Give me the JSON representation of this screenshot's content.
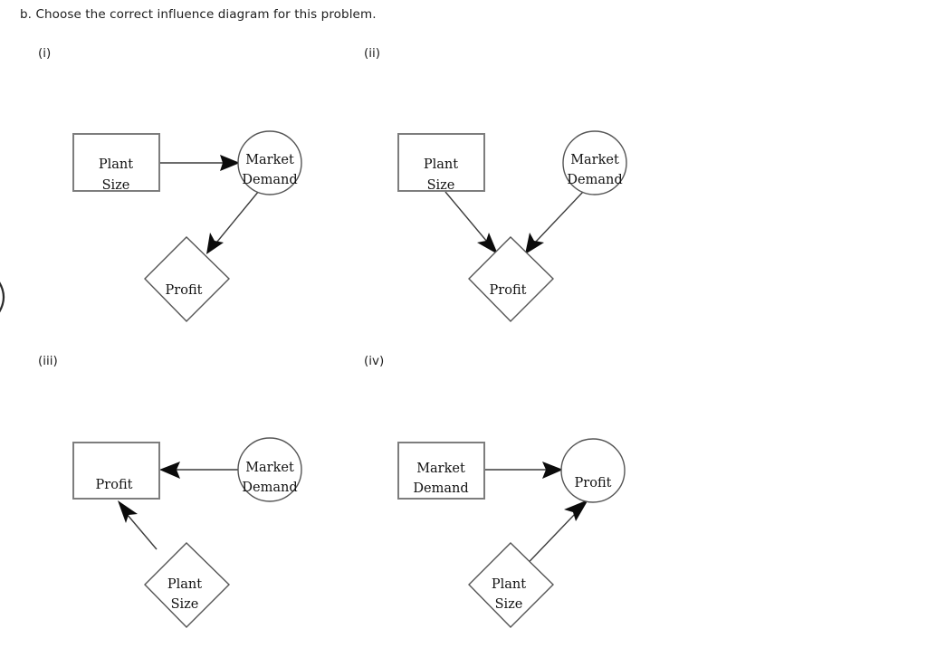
{
  "question": {
    "prompt": "b. Choose the correct influence diagram for this problem."
  },
  "options": [
    {
      "key": "i",
      "label": "(i)"
    },
    {
      "key": "ii",
      "label": "(ii)"
    },
    {
      "key": "iii",
      "label": "(iii)"
    },
    {
      "key": "iv",
      "label": "(iv)"
    }
  ],
  "node_labels": {
    "plant": "Plant",
    "size": "Size",
    "market": "Market",
    "demand": "Demand",
    "profit": "Profit"
  },
  "colors": {
    "shape_stroke": "#7d7d7d",
    "edge_stroke": "#3b3b3b",
    "arrow_fill": "#0b0b0b",
    "text": "#111111",
    "background": "#ffffff"
  },
  "diagrams": [
    {
      "key": "i",
      "nodes": [
        {
          "id": "plant-size",
          "shape": "rectangle",
          "line1": "Plant",
          "line2": "Size"
        },
        {
          "id": "market-demand",
          "shape": "circle",
          "line1": "Market",
          "line2": "Demand"
        },
        {
          "id": "profit",
          "shape": "diamond",
          "line1": "Profit",
          "line2": ""
        }
      ],
      "edges": [
        {
          "from": "plant-size",
          "to": "market-demand"
        },
        {
          "from": "market-demand",
          "to": "profit"
        }
      ]
    },
    {
      "key": "ii",
      "nodes": [
        {
          "id": "plant-size",
          "shape": "rectangle",
          "line1": "Plant",
          "line2": "Size"
        },
        {
          "id": "market-demand",
          "shape": "circle",
          "line1": "Market",
          "line2": "Demand"
        },
        {
          "id": "profit",
          "shape": "diamond",
          "line1": "Profit",
          "line2": ""
        }
      ],
      "edges": [
        {
          "from": "plant-size",
          "to": "profit"
        },
        {
          "from": "market-demand",
          "to": "profit"
        }
      ]
    },
    {
      "key": "iii",
      "nodes": [
        {
          "id": "profit",
          "shape": "rectangle",
          "line1": "Profit",
          "line2": ""
        },
        {
          "id": "market-demand",
          "shape": "circle",
          "line1": "Market",
          "line2": "Demand"
        },
        {
          "id": "plant-size",
          "shape": "diamond",
          "line1": "Plant",
          "line2": "Size"
        }
      ],
      "edges": [
        {
          "from": "market-demand",
          "to": "profit"
        },
        {
          "from": "plant-size",
          "to": "profit"
        }
      ]
    },
    {
      "key": "iv",
      "nodes": [
        {
          "id": "market-demand",
          "shape": "rectangle",
          "line1": "Market",
          "line2": "Demand"
        },
        {
          "id": "profit",
          "shape": "circle",
          "line1": "Profit",
          "line2": ""
        },
        {
          "id": "plant-size",
          "shape": "diamond",
          "line1": "Plant",
          "line2": "Size"
        }
      ],
      "edges": [
        {
          "from": "market-demand",
          "to": "profit"
        },
        {
          "from": "plant-size",
          "to": "profit"
        }
      ]
    }
  ]
}
